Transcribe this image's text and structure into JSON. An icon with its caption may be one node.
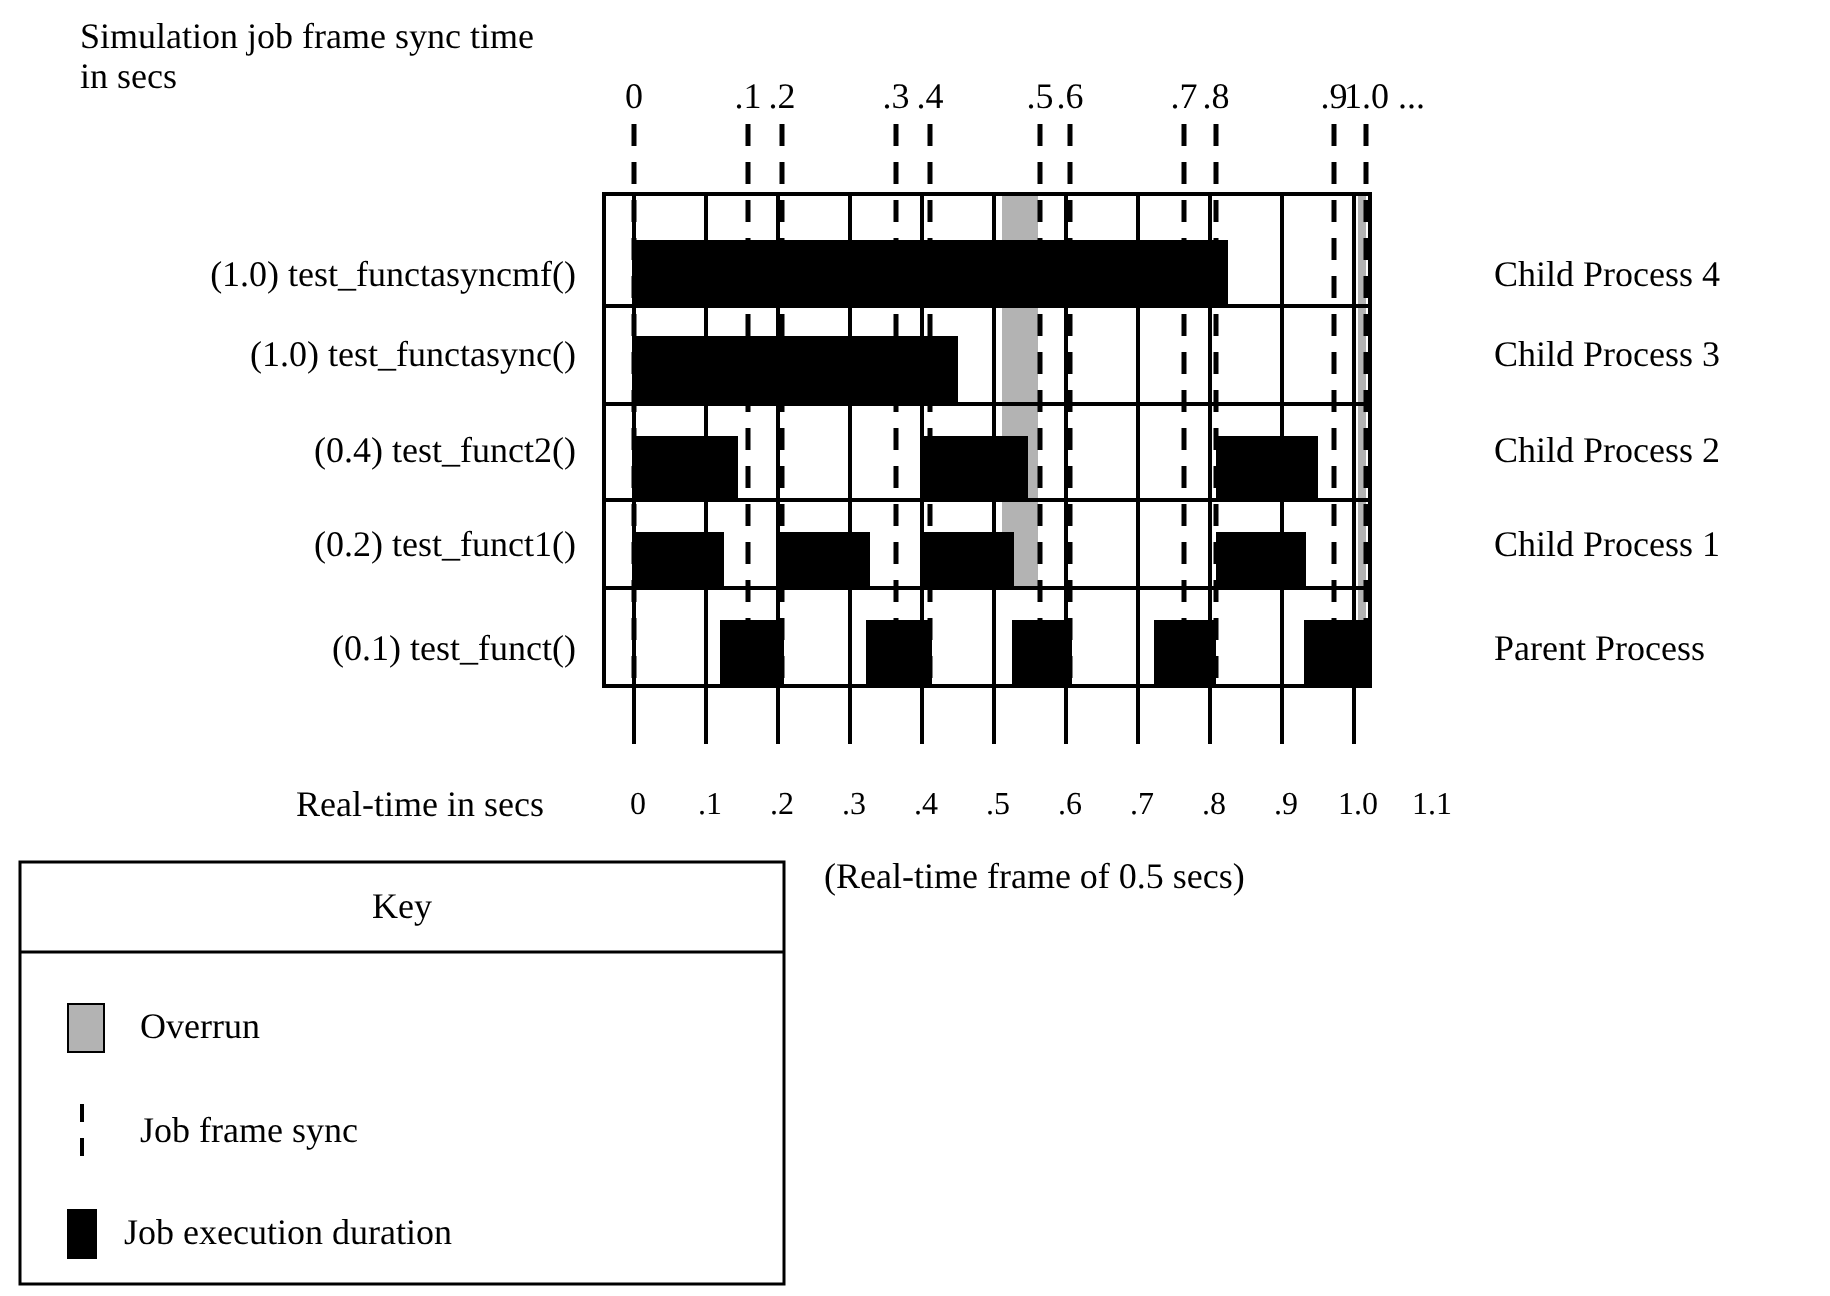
{
  "diagram": {
    "labels": [
      "Simulation job frame sync time in secs",
      "0",
      ".1",
      ".2",
      ".3",
      ".4",
      ".5",
      ".6",
      ".7",
      ".8",
      ".9",
      "1.0 ...",
      "(1.0) test_functasyncmf()",
      "Child Process 4",
      "(1.0) test_functasync()",
      "Child Process 3",
      "(0.4) test_funct2()",
      "Child Process 2",
      "(0.2) test_funct1()",
      "Child Process 1",
      "(0.1) test_funct()",
      "Parent Process",
      "Real-time in secs",
      "0",
      ".1",
      ".2",
      ".3",
      ".4",
      ".5",
      ".6",
      ".7",
      ".8",
      ".9",
      "1.0",
      "1.1",
      "(Real-time frame of 0.5 secs)",
      "Key"
    ],
    "legend": [
      {
        "text": "Overrun",
        "color": "#b3b3b3"
      },
      {
        "text": "Job frame sync"
      },
      {
        "text": "Job execution duration",
        "color": "#000000"
      }
    ]
  }
}
